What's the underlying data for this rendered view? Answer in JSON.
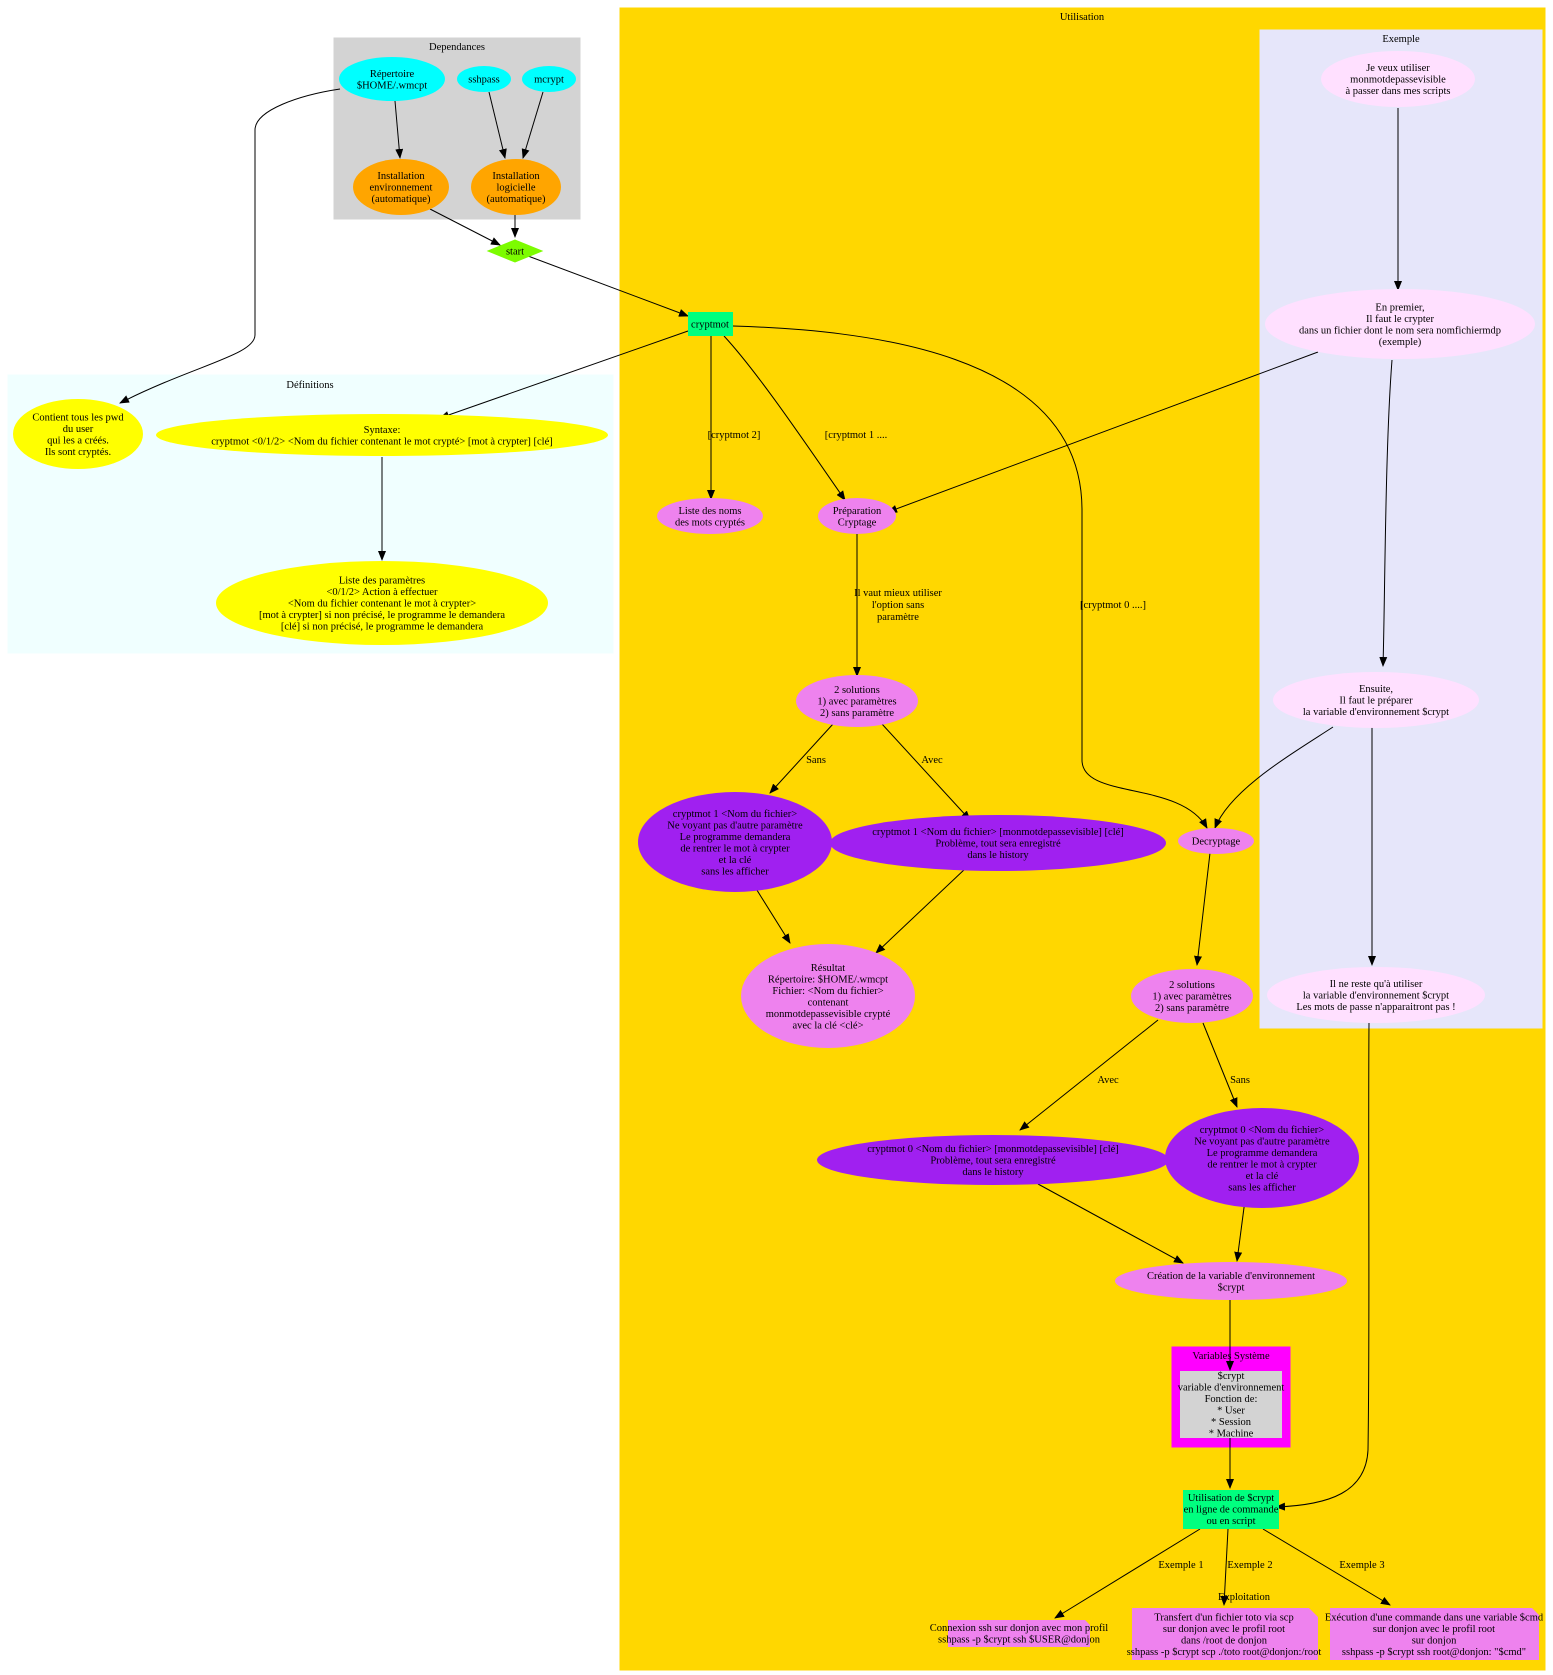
{
  "clusters": {
    "dependances": "Dependances",
    "utilisation": "Utilisation",
    "exemple": "Exemple",
    "definitions": "Définitions",
    "variables": "Variables Système"
  },
  "nodes": {
    "repertoire": [
      "Répertoire",
      "$HOME/.wmcpt"
    ],
    "sshpass": [
      "sshpass"
    ],
    "mcrypt": [
      "mcrypt"
    ],
    "install_env": [
      "Installation",
      "environnement",
      "(automatique)"
    ],
    "install_log": [
      "Installation",
      "logicielle",
      "(automatique)"
    ],
    "start": [
      "start"
    ],
    "cryptmot": [
      "cryptmot"
    ],
    "contient": [
      "Contient tous les pwd",
      "du user",
      "qui les a créés.",
      "Ils sont cryptés."
    ],
    "syntaxe": [
      "Syntaxe:",
      "cryptmot <0/1/2> <Nom du fichier contenant le mot crypté> [mot à crypter] [clé]"
    ],
    "liste_params": [
      "Liste des paramètres",
      "<0/1/2> Action à effectuer",
      "<Nom du fichier contenant le mot à crypter>",
      "[mot à crypter] si non précisé, le programme le demandera",
      "[clé] si non précisé, le programme le demandera"
    ],
    "liste_noms": [
      "Liste des noms",
      "des mots cryptés"
    ],
    "preparation": [
      "Préparation",
      "Cryptage"
    ],
    "solutions1": [
      "2 solutions",
      "1) avec paramètres",
      "2) sans paramètre"
    ],
    "cm1_sans": [
      "cryptmot 1 <Nom du fichier>",
      "Ne voyant pas d'autre paramètre",
      "Le programme demandera",
      "de rentrer le mot à crypter",
      "et la clé",
      "sans les afficher"
    ],
    "cm1_avec": [
      "cryptmot 1 <Nom du fichier> [monmotdepassevisible] [clé]",
      "Problème, tout sera enregistré",
      "dans le history"
    ],
    "resultat": [
      "Résultat",
      "Répertoire: $HOME/.wmcpt",
      "Fichier: <Nom du fichier>",
      "contenant",
      "monmotdepassevisible crypté",
      "avec la clé <clé>"
    ],
    "decryptage": [
      "Decryptage"
    ],
    "solutions2": [
      "2 solutions",
      "1) avec paramètres",
      "2) sans paramètre"
    ],
    "cm0_avec": [
      "cryptmot 0 <Nom du fichier> [monmotdepassevisible] [clé]",
      "Problème, tout sera enregistré",
      "dans le history"
    ],
    "cm0_sans": [
      "cryptmot 0 <Nom du fichier>",
      "Ne voyant pas d'autre paramètre",
      "Le programme demandera",
      "de rentrer le mot à crypter",
      "et la clé",
      "sans les afficher"
    ],
    "creation": [
      "Création de la variable d'environnement",
      "$crypt"
    ],
    "crypt_var": [
      "$crypt",
      "variable d'environnement",
      "Fonction de:",
      "* User",
      "* Session",
      "* Machine"
    ],
    "utilisation_crypt": [
      "Utilisation de $crypt",
      "en ligne de commande",
      "ou en script"
    ],
    "ex1": [
      "Connexion ssh sur donjon avec mon profil",
      "sshpass -p $crypt ssh $USER@donjon"
    ],
    "ex2": [
      "Transfert d'un fichier toto via scp",
      "sur donjon avec le profil root",
      "dans /root de donjon",
      "sshpass -p $crypt scp ./toto root@donjon:/root"
    ],
    "ex3": [
      "Exécution d'une commande dans une variable $cmd",
      "sur donjon avec le profil root",
      "sur donjon",
      "sshpass -p $crypt ssh root@donjon: \"$cmd\""
    ],
    "je_veux": [
      "Je veux utiliser",
      "monmotdepassevisible",
      "à passer dans mes scripts"
    ],
    "en_premier": [
      "En premier,",
      "Il faut le crypter",
      "dans un fichier dont le nom sera nomfichiermdp",
      "(exemple)"
    ],
    "ensuite": [
      "Ensuite,",
      "Il faut le préparer",
      "la variable d'environnement $crypt"
    ],
    "il_ne_reste": [
      "Il ne reste qu'à utiliser",
      "la variable d'environnement $crypt",
      "Les mots de passe n'apparaitront pas !"
    ]
  },
  "edge_labels": {
    "cm2": "[cryptmot 2]",
    "cm1": "[cryptmot 1 ....",
    "cm0": "[cryptmot 0 ....]",
    "mieux": [
      "Il vaut mieux utiliser",
      "l'option sans",
      "paramètre"
    ],
    "sans1": "Sans",
    "avec1": "Avec",
    "avec2": "Avec",
    "sans2": "Sans",
    "ex1": "Exemple 1",
    "ex2": "Exemple 2",
    "ex3": "Exemple 3",
    "exploitation": "Exploitation"
  },
  "colors": {
    "gray_cluster": "#d3d3d3",
    "utilisation_bg": "#ffd700",
    "exemple_bg": "#e6e6fa",
    "definitions_bg": "#f0ffff",
    "cyan": "#00ffff",
    "orange": "#ffa500",
    "lawngreen": "#7cfc00",
    "springgreen": "#00ff7f",
    "yellow": "#ffff00",
    "violet": "#ee82ee",
    "purple": "#a020f0",
    "lavenderblush": "#ffe0ff",
    "magenta": "#ff00ff"
  }
}
